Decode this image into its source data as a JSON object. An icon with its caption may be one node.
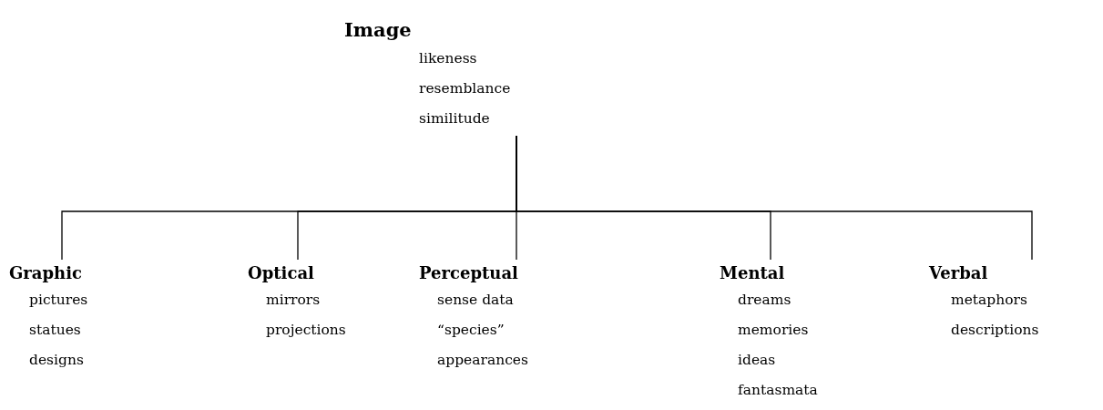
{
  "diagram": {
    "nodes": [
      {
        "text": [
          "Image",
          "likeness",
          "resemblance",
          "similitude"
        ]
      },
      {
        "text": [
          "Graphic",
          "pictures",
          "statues",
          "designs"
        ]
      },
      {
        "text": [
          "Optical",
          "mirrors",
          "projections"
        ]
      },
      {
        "text": [
          "Perceptual",
          "sense data",
          "“species”",
          "appearances"
        ]
      },
      {
        "text": [
          "Mental",
          "dreams",
          "memories",
          "ideas",
          "fantasmata"
        ]
      },
      {
        "text": [
          "Verbal",
          "metaphors",
          "descriptions"
        ]
      }
    ],
    "edges": [
      {
        "from": 0,
        "to": 1,
        "arrow": "none"
      },
      {
        "from": 0,
        "to": 2,
        "arrow": "none"
      },
      {
        "from": 0,
        "to": 3,
        "arrow": "none"
      },
      {
        "from": 0,
        "to": 4,
        "arrow": "none"
      },
      {
        "from": 0,
        "to": 5,
        "arrow": "none"
      }
    ]
  }
}
